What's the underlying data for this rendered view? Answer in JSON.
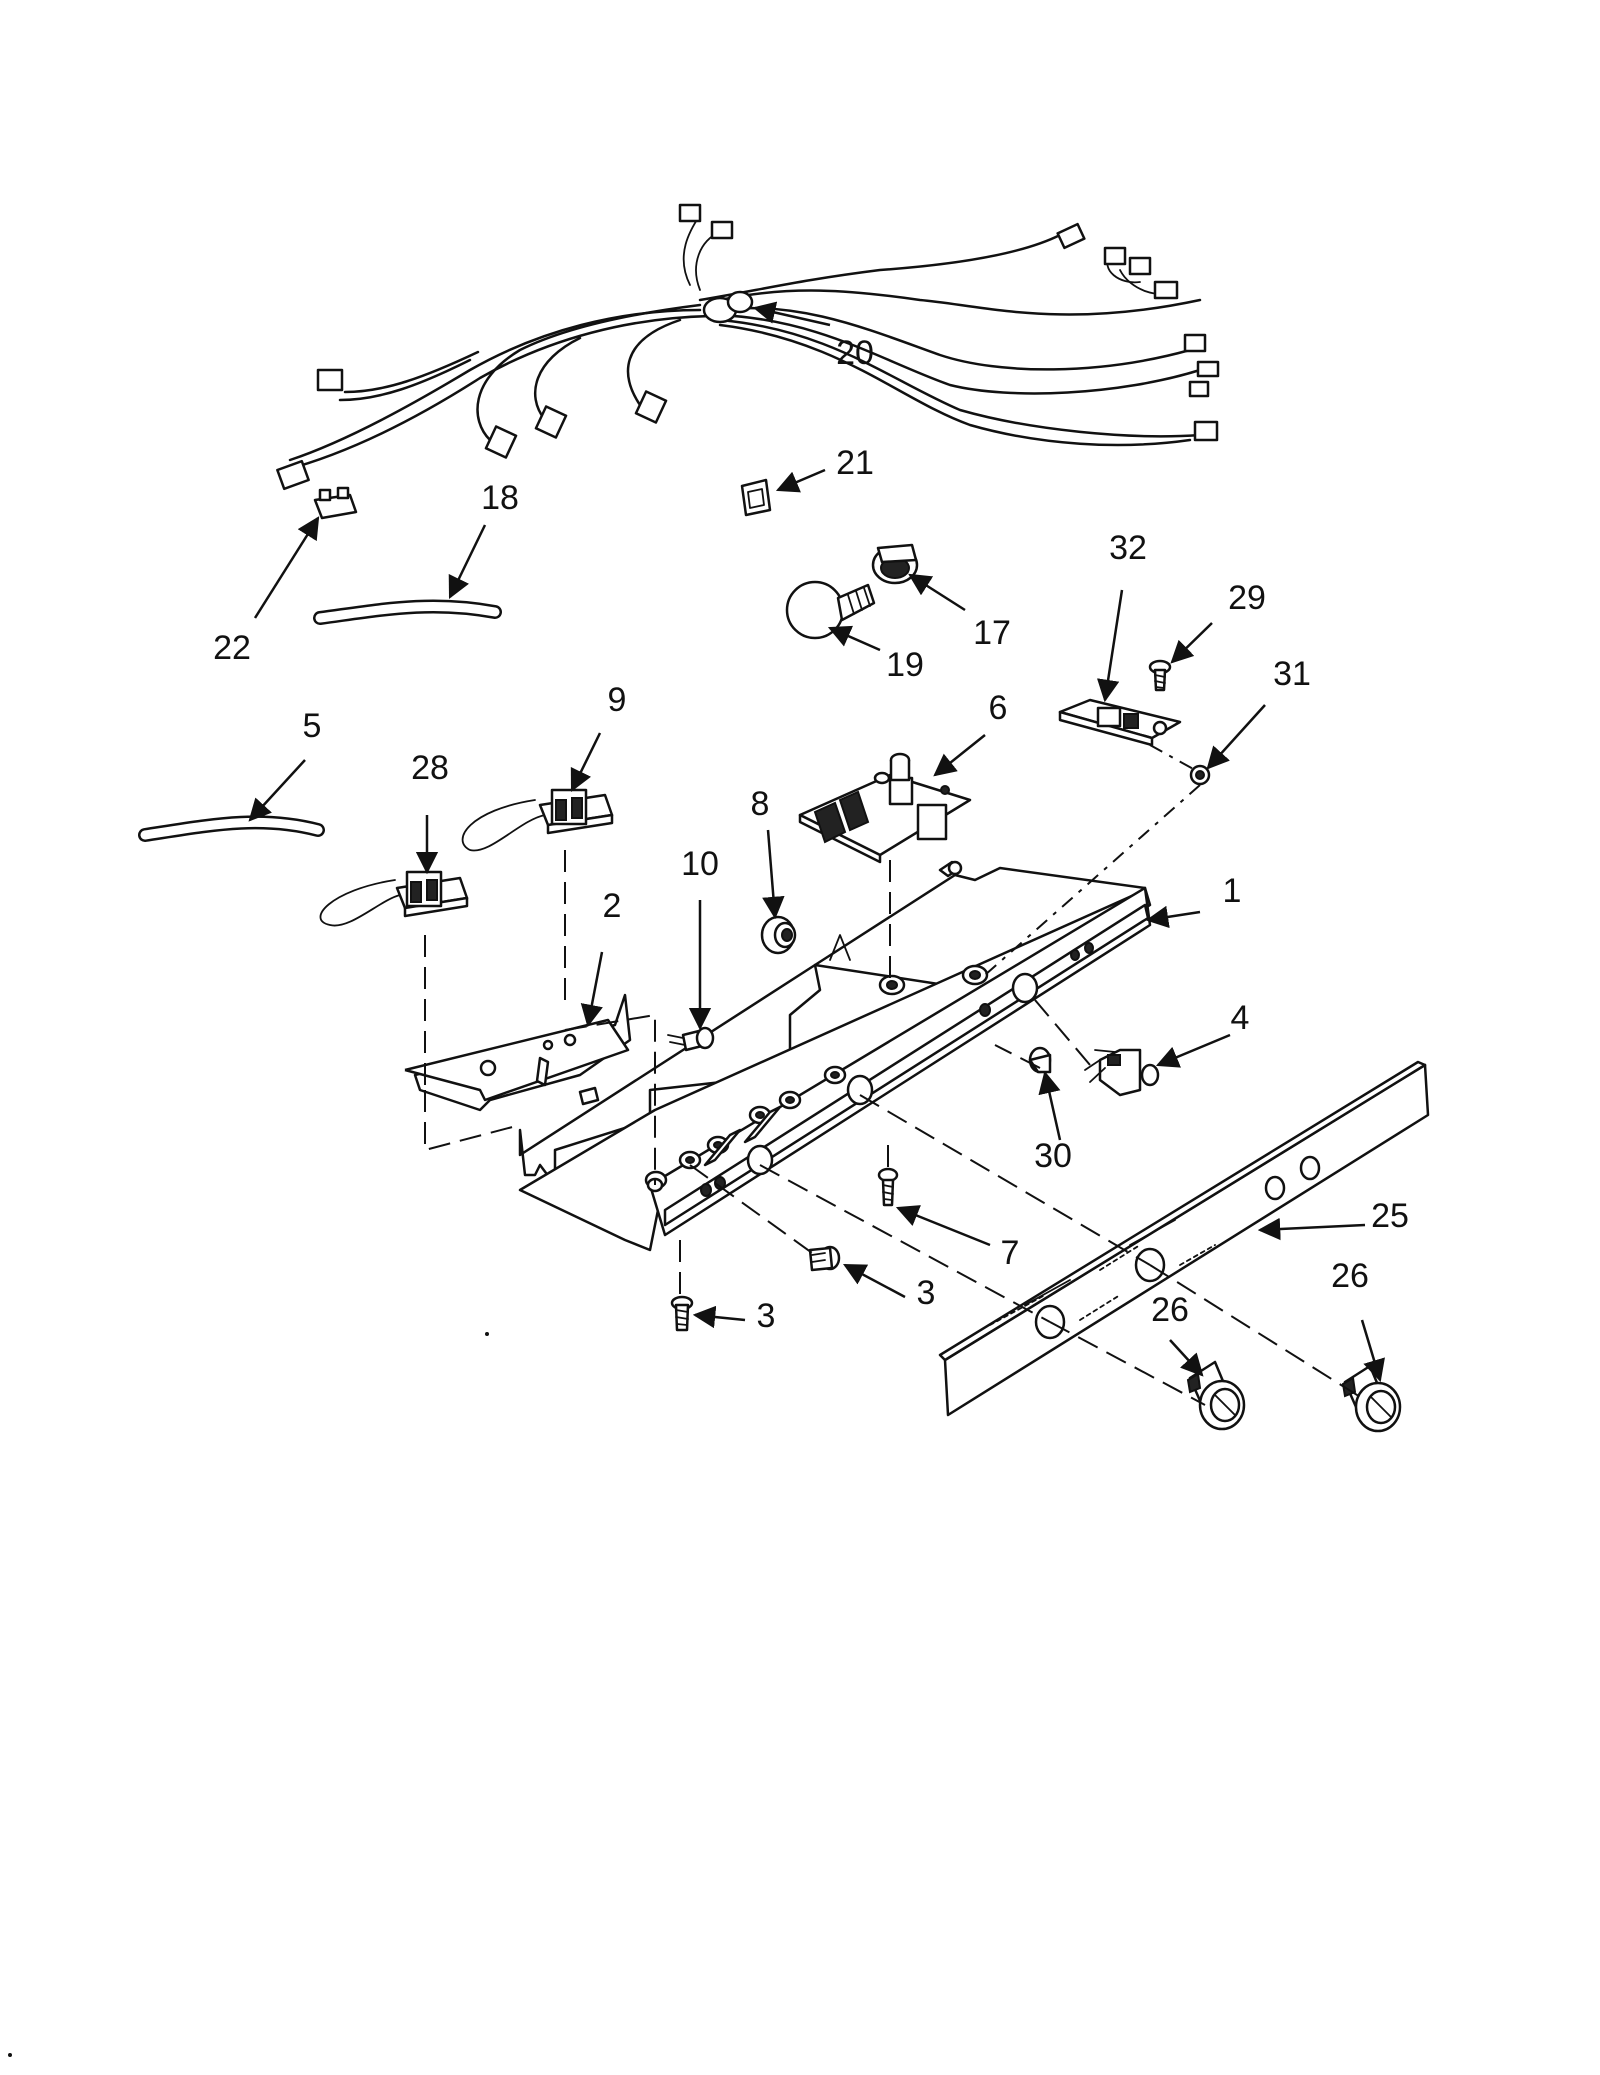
{
  "diagram": {
    "callouts": [
      {
        "id": "callout-20",
        "label": "20"
      },
      {
        "id": "callout-21",
        "label": "21"
      },
      {
        "id": "callout-18",
        "label": "18"
      },
      {
        "id": "callout-22",
        "label": "22"
      },
      {
        "id": "callout-17",
        "label": "17"
      },
      {
        "id": "callout-19",
        "label": "19"
      },
      {
        "id": "callout-32",
        "label": "32"
      },
      {
        "id": "callout-29",
        "label": "29"
      },
      {
        "id": "callout-31",
        "label": "31"
      },
      {
        "id": "callout-5",
        "label": "5"
      },
      {
        "id": "callout-9",
        "label": "9"
      },
      {
        "id": "callout-28",
        "label": "28"
      },
      {
        "id": "callout-6",
        "label": "6"
      },
      {
        "id": "callout-8",
        "label": "8"
      },
      {
        "id": "callout-10",
        "label": "10"
      },
      {
        "id": "callout-1",
        "label": "1"
      },
      {
        "id": "callout-2",
        "label": "2"
      },
      {
        "id": "callout-4",
        "label": "4"
      },
      {
        "id": "callout-30",
        "label": "30"
      },
      {
        "id": "callout-25",
        "label": "25"
      },
      {
        "id": "callout-7",
        "label": "7"
      },
      {
        "id": "callout-3a",
        "label": "3"
      },
      {
        "id": "callout-3b",
        "label": "3"
      },
      {
        "id": "callout-26a",
        "label": "26"
      },
      {
        "id": "callout-26b",
        "label": "26"
      }
    ]
  }
}
